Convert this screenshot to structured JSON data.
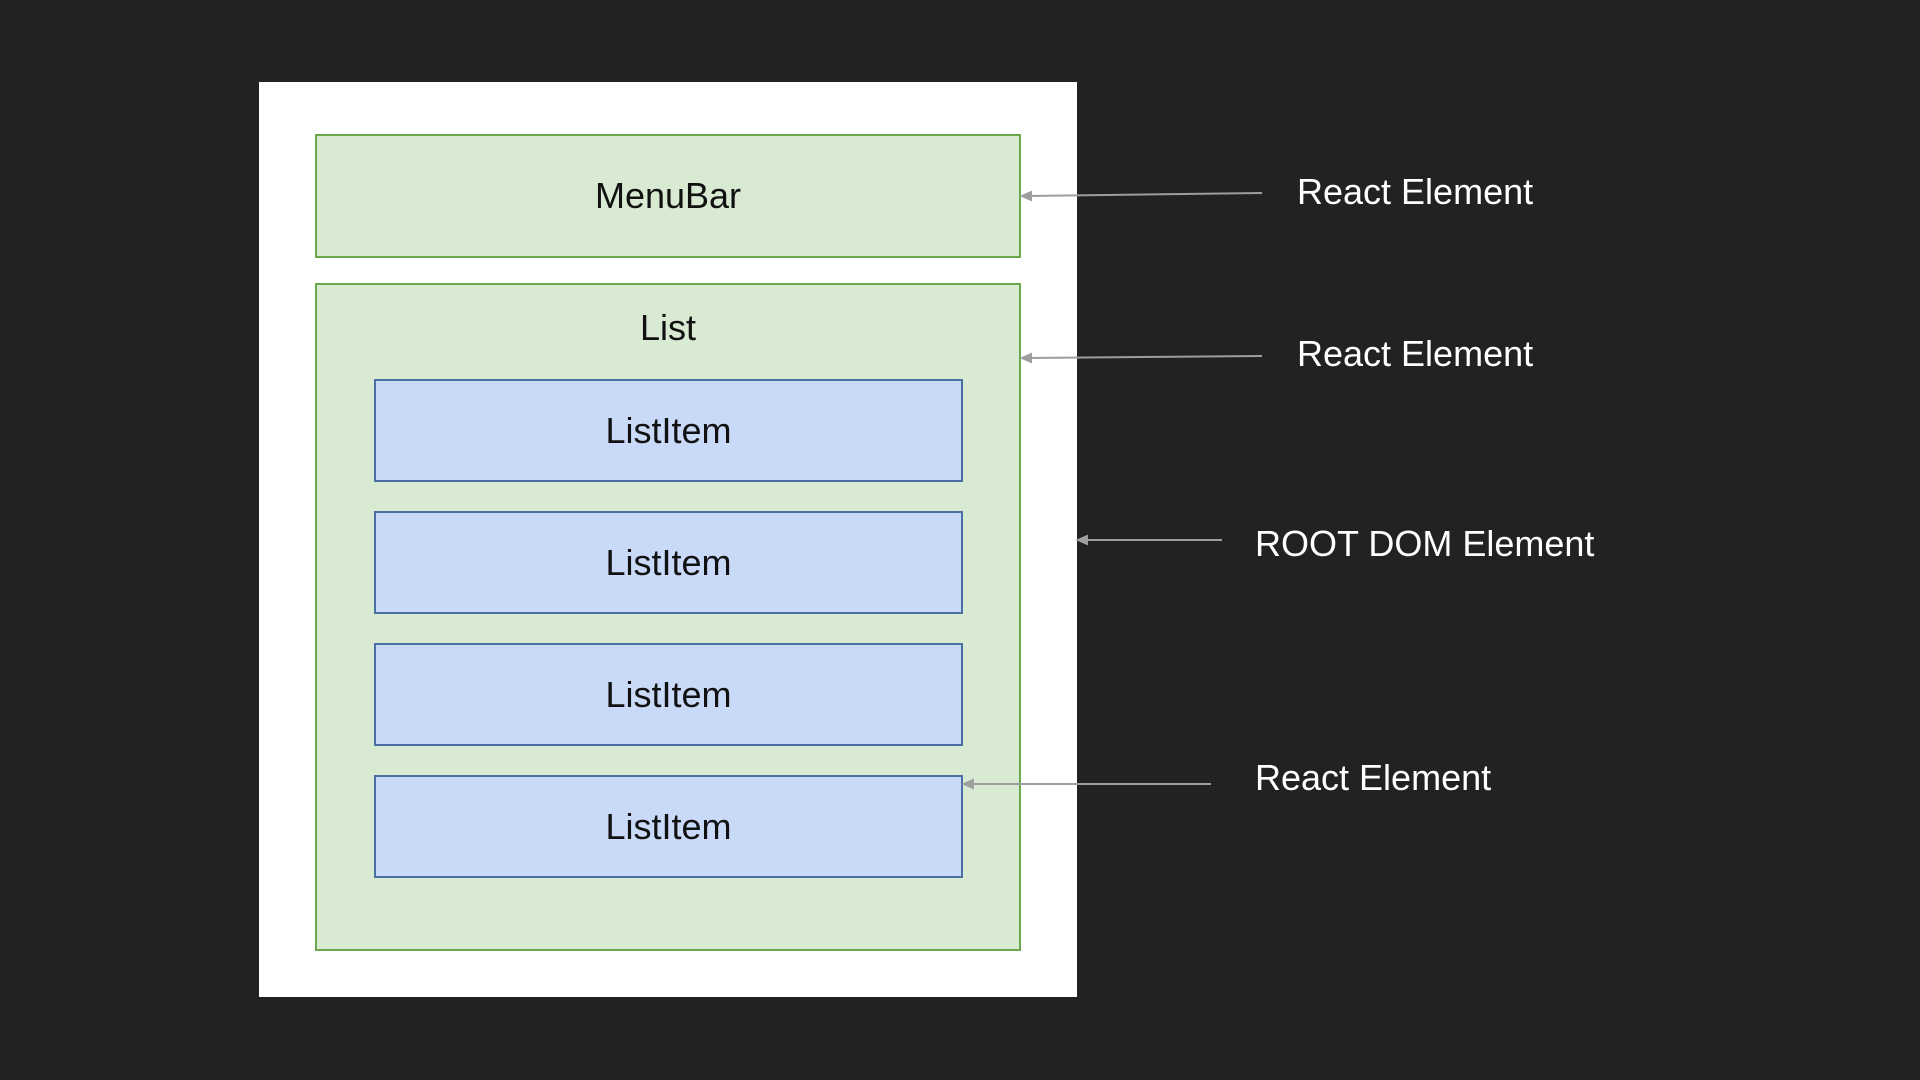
{
  "diagram": {
    "menubar_label": "MenuBar",
    "list_label": "List",
    "list_items": [
      "ListItem",
      "ListItem",
      "ListItem",
      "ListItem"
    ],
    "annotations": {
      "menubar": "React Element",
      "list": "React Element",
      "root": "ROOT DOM Element",
      "list_item": "React Element"
    }
  }
}
